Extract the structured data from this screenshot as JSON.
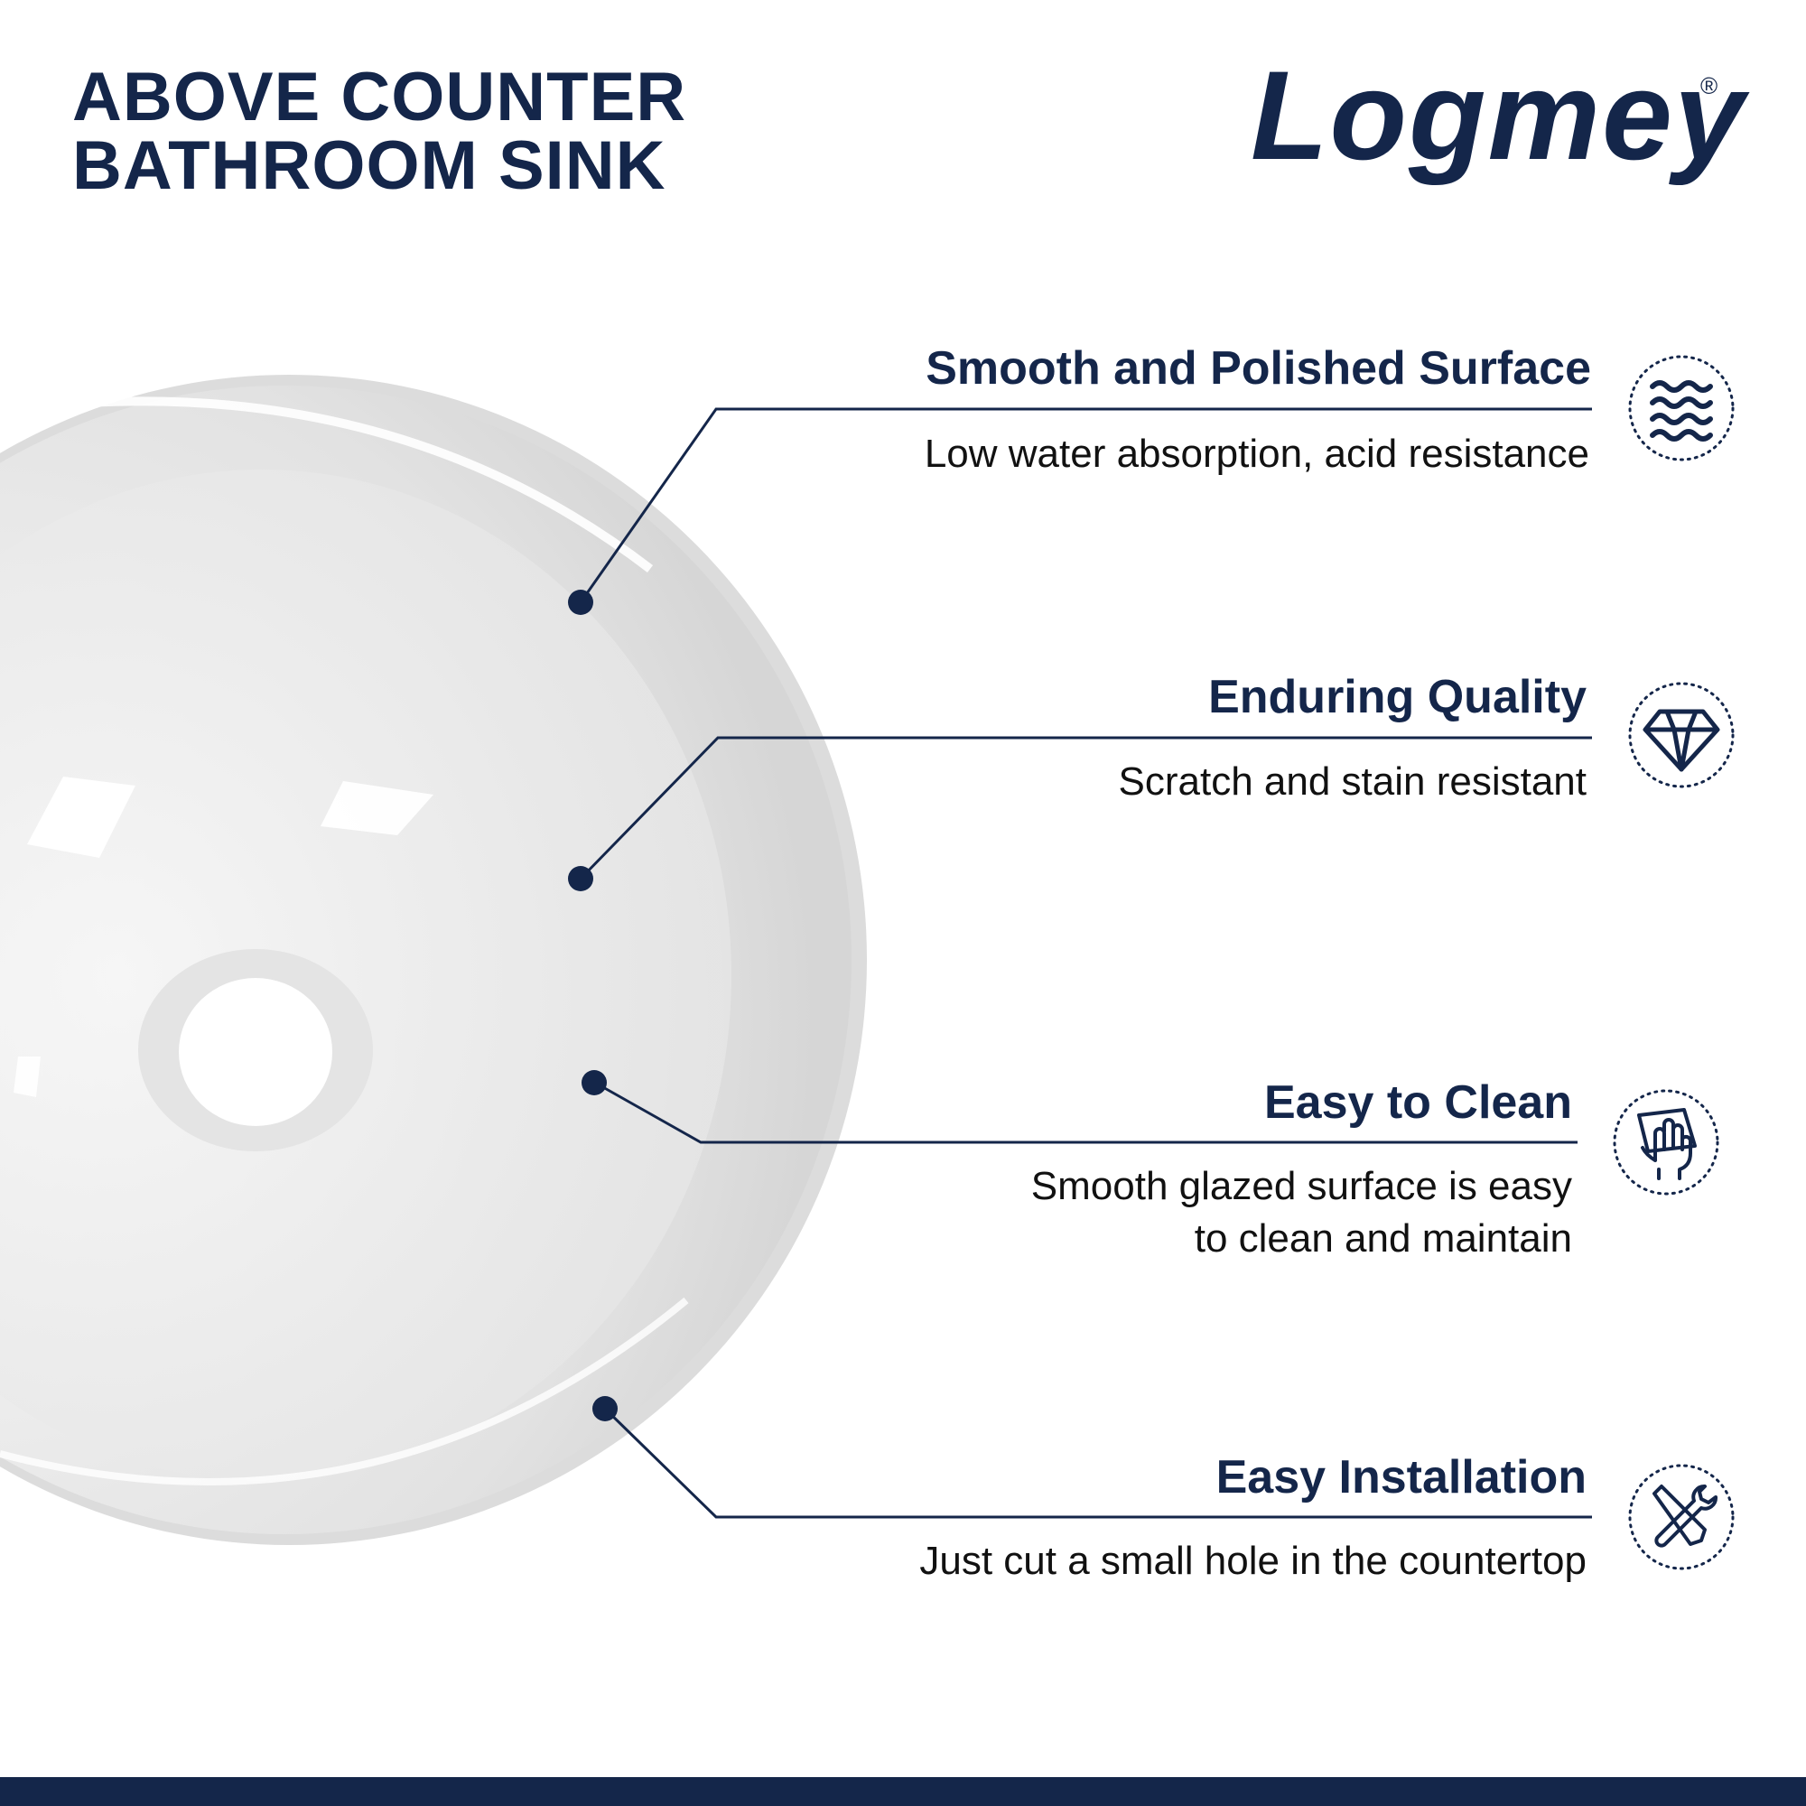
{
  "header": {
    "title_line1": "ABOVE COUNTER",
    "title_line2": "BATHROOM SINK"
  },
  "brand": {
    "name": "Logmey",
    "registered_mark": "®"
  },
  "colors": {
    "navy": "#14264a",
    "text": "#111111",
    "background": "#ffffff"
  },
  "features": [
    {
      "title": "Smooth and Polished Surface",
      "description": "Low water absorption, acid resistance",
      "icon": "waves-icon"
    },
    {
      "title": "Enduring Quality",
      "description": "Scratch and stain resistant",
      "icon": "diamond-icon"
    },
    {
      "title": "Easy to Clean",
      "description_line1": "Smooth glazed surface is easy",
      "description_line2": "to clean and maintain",
      "icon": "hand-wipe-icon"
    },
    {
      "title": "Easy Installation",
      "description": "Just cut a small hole in the countertop",
      "icon": "tools-icon"
    }
  ]
}
